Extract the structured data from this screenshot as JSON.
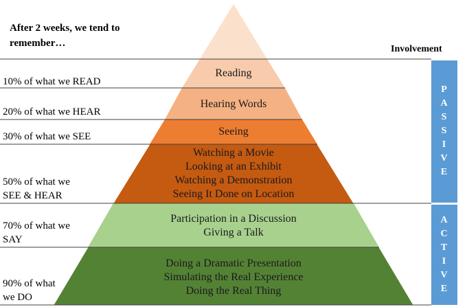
{
  "heading": "After 2 weeks, we tend to remember…",
  "involvement_title": "Involvement",
  "colors": {
    "apex": "#fbe0cb",
    "reading": "#f8cbad",
    "hearing": "#f4b183",
    "seeing": "#ed7d31",
    "watching": "#c55a11",
    "participation": "#a9d18e",
    "doing": "#548235",
    "passive_bar": "#5b9bd5",
    "active_bar": "#5b9bd5",
    "divider": "#404040"
  },
  "rows": [
    {
      "label": "10% of what we READ",
      "layer": "Reading"
    },
    {
      "label": "20% of what we HEAR",
      "layer": "Hearing Words"
    },
    {
      "label": "30% of what we SEE",
      "layer": "Seeing"
    },
    {
      "label": "50% of what we\nSEE & HEAR",
      "layer": "Watching a Movie\nLooking at an Exhibit\nWatching a Demonstration\nSeeing It Done on Location"
    },
    {
      "label": "70% of what we\nSAY",
      "layer": "Participation in a Discussion\nGiving a Talk"
    },
    {
      "label": "90% of what\nwe DO",
      "layer": "Doing a Dramatic Presentation\nSimulating the Real Experience\nDoing the Real Thing"
    }
  ],
  "involvement": [
    {
      "label": "PASSIVE",
      "letters": [
        "P",
        "A",
        "S",
        "S",
        "I",
        "V",
        "E"
      ]
    },
    {
      "label": "ACTIVE",
      "letters": [
        "A",
        "C",
        "T",
        "I",
        "V",
        "E"
      ]
    }
  ]
}
